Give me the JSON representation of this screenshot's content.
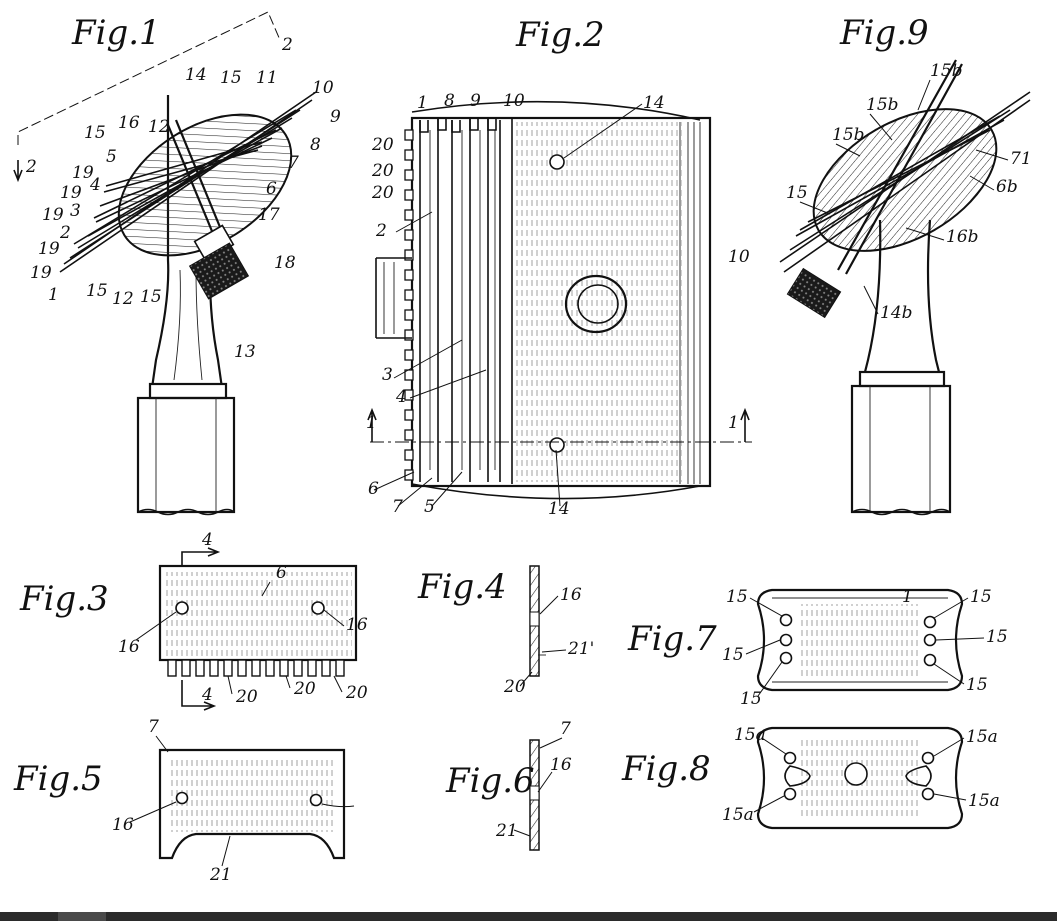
{
  "figures": {
    "fig1": {
      "title": "Fig.1",
      "labels": [
        "12",
        "14",
        "15",
        "11",
        "10",
        "9",
        "8",
        "7",
        "6",
        "17",
        "18",
        "16",
        "15",
        "5",
        "19",
        "4",
        "19",
        "3",
        "19",
        "2",
        "19",
        "19",
        "1",
        "15",
        "12",
        "15",
        "13"
      ],
      "section_mark": "2",
      "section_mark_left": "2"
    },
    "fig2": {
      "title": "Fig.2",
      "labels_top": [
        "1",
        "8",
        "9",
        "10"
      ],
      "label_14_top": "14",
      "label_20": [
        "20",
        "20",
        "20"
      ],
      "label_2": "2",
      "label_10": "10",
      "label_3": "3",
      "label_4": "4",
      "section_left": "1",
      "section_right": "1",
      "bottom": [
        "6",
        "7",
        "5"
      ],
      "label_14_bottom": "14"
    },
    "fig9": {
      "title": "Fig.9",
      "labels": [
        "15b",
        "15b",
        "15b",
        "15",
        "71",
        "6b",
        "16b",
        "14b"
      ]
    },
    "fig3": {
      "title": "Fig.3",
      "section_top": "4",
      "label_6": "6",
      "label_16_left": "16",
      "label_16_right": "16",
      "section_bottom": "4",
      "label_20": [
        "20",
        "20",
        "20"
      ]
    },
    "fig4": {
      "title": "Fig.4",
      "label_16": "16",
      "label_21": "21'",
      "label_20": "20"
    },
    "fig5": {
      "title": "Fig.5",
      "label_7": "7",
      "label_16": "16",
      "label_21": "21"
    },
    "fig6": {
      "title": "Fig.6",
      "label_7": "7",
      "label_16": "16",
      "label_21": "21"
    },
    "fig7": {
      "title": "Fig.7",
      "labels": [
        "15",
        "1",
        "15",
        "15",
        "15",
        "15",
        "15"
      ]
    },
    "fig8": {
      "title": "Fig.8",
      "labels": [
        "15a",
        "15a",
        "15a",
        "15a"
      ]
    }
  }
}
